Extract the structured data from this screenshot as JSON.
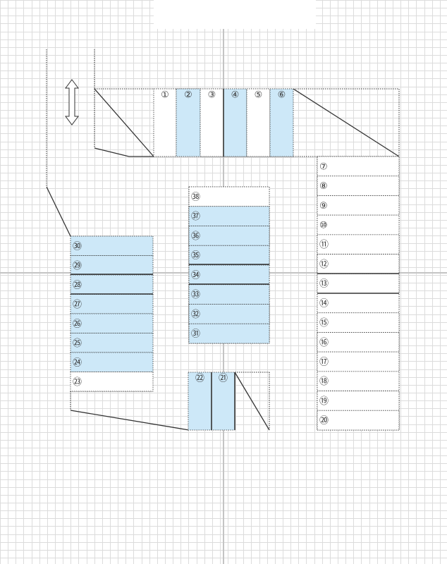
{
  "colors": {
    "grid": "#dcdcdc",
    "grid_major": "#c4c4c4",
    "occupied": "#cde8f8",
    "vacant": "#ffffff",
    "outline": "#333333",
    "text": "#333333"
  },
  "direction_arrow": {
    "icon": "double-arrow-vertical-icon"
  },
  "top_row": [
    {
      "label": "①",
      "occupied": false
    },
    {
      "label": "②",
      "occupied": true
    },
    {
      "label": "③",
      "occupied": false
    },
    {
      "label": "④",
      "occupied": true
    },
    {
      "label": "⑤",
      "occupied": false
    },
    {
      "label": "⑥",
      "occupied": true
    }
  ],
  "right_column": [
    {
      "label": "⑦",
      "occupied": false
    },
    {
      "label": "⑧",
      "occupied": false
    },
    {
      "label": "⑨",
      "occupied": false
    },
    {
      "label": "⑩",
      "occupied": false
    },
    {
      "label": "⑪",
      "occupied": false
    },
    {
      "label": "⑫",
      "occupied": false
    },
    {
      "label": "⑬",
      "occupied": false
    },
    {
      "label": "⑭",
      "occupied": false
    },
    {
      "label": "⑮",
      "occupied": false
    },
    {
      "label": "⑯",
      "occupied": false
    },
    {
      "label": "⑰",
      "occupied": false
    },
    {
      "label": "⑱",
      "occupied": false
    },
    {
      "label": "⑲",
      "occupied": false
    },
    {
      "label": "⑳",
      "occupied": false
    }
  ],
  "bottom_pair": [
    {
      "label": "㉒",
      "occupied": true
    },
    {
      "label": "㉑",
      "occupied": true
    }
  ],
  "left_column": [
    {
      "label": "㉚",
      "occupied": true
    },
    {
      "label": "㉙",
      "occupied": true
    },
    {
      "label": "㉘",
      "occupied": true
    },
    {
      "label": "㉗",
      "occupied": true
    },
    {
      "label": "㉖",
      "occupied": true
    },
    {
      "label": "㉕",
      "occupied": true
    },
    {
      "label": "㉔",
      "occupied": true
    },
    {
      "label": "㉓",
      "occupied": false
    }
  ],
  "center_column": [
    {
      "label": "㊳",
      "occupied": false
    },
    {
      "label": "㊲",
      "occupied": true
    },
    {
      "label": "㊱",
      "occupied": true
    },
    {
      "label": "㉟",
      "occupied": true
    },
    {
      "label": "㉞",
      "occupied": true
    },
    {
      "label": "㉝",
      "occupied": true
    },
    {
      "label": "㉜",
      "occupied": true
    },
    {
      "label": "㉛",
      "occupied": true
    }
  ]
}
